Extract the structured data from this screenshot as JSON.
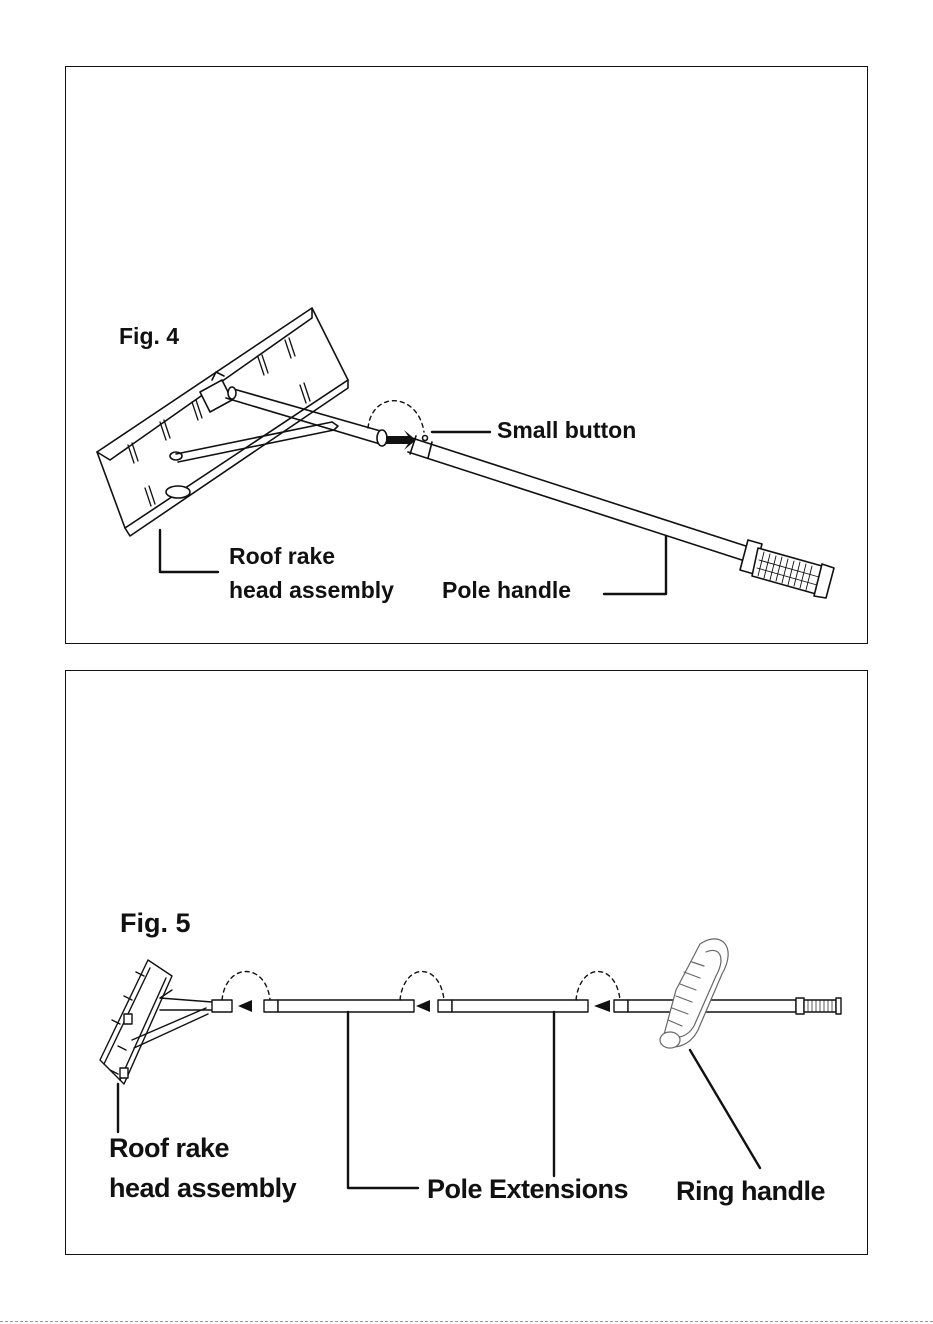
{
  "figures": [
    {
      "id": "fig4",
      "label": "Fig. 4",
      "callouts": {
        "small_button": "Small button",
        "rake_head": [
          "Roof rake",
          "head assembly"
        ],
        "pole_handle": "Pole handle"
      }
    },
    {
      "id": "fig5",
      "label": "Fig. 5",
      "callouts": {
        "rake_head": [
          "Roof rake",
          "head assembly"
        ],
        "pole_extensions": "Pole Extensions",
        "ring_handle": "Ring handle"
      }
    }
  ]
}
